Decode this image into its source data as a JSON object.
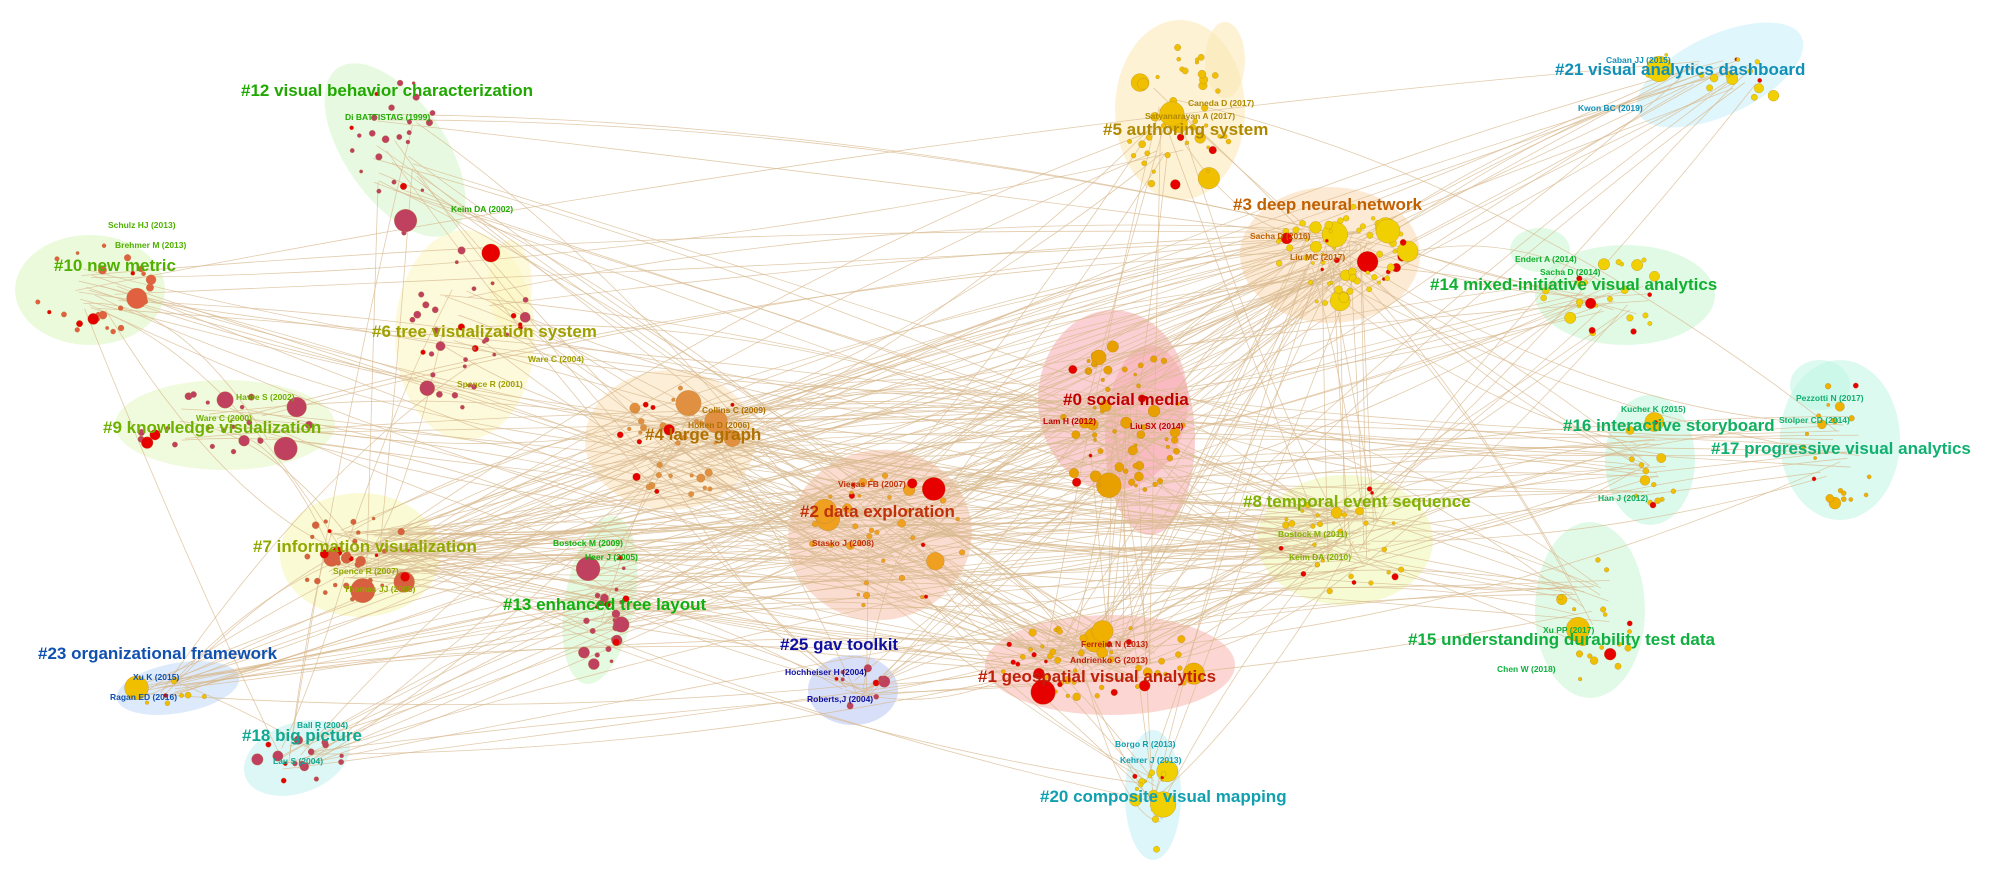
{
  "clusters": [
    {
      "id": "c0",
      "label": "#0 social media",
      "color": "#c00000",
      "hull": "#f7aab0",
      "node": "#e8a000"
    },
    {
      "id": "c1",
      "label": "#1 geospatial visual analytics",
      "color": "#c0200a",
      "hull": "#f7b4ad",
      "node": "#f0b000"
    },
    {
      "id": "c2",
      "label": "#2 data exploration",
      "color": "#c0300a",
      "hull": "#f8c0aa",
      "node": "#f0a020"
    },
    {
      "id": "c3",
      "label": "#3 deep neural network",
      "color": "#c06000",
      "hull": "#fcd9b0",
      "node": "#f0d000"
    },
    {
      "id": "c4",
      "label": "#4 large graph",
      "color": "#b07000",
      "hull": "#fbe0b8",
      "node": "#e09040"
    },
    {
      "id": "c5",
      "label": "#5 authoring system",
      "color": "#b08800",
      "hull": "#fbe8b0",
      "node": "#f0c000"
    },
    {
      "id": "c6",
      "label": "#6 tree visualization system",
      "color": "#a0a000",
      "hull": "#fbf6c0",
      "node": "#c04060"
    },
    {
      "id": "c7",
      "label": "#7 information visualization",
      "color": "#90a800",
      "hull": "#f5f6b0",
      "node": "#d86040"
    },
    {
      "id": "c8",
      "label": "#8 temporal event sequence",
      "color": "#80b000",
      "hull": "#eef8b0",
      "node": "#f0c000"
    },
    {
      "id": "c9",
      "label": "#9 knowledge visualization",
      "color": "#70b000",
      "hull": "#e4f5c0",
      "node": "#c04060"
    },
    {
      "id": "c10",
      "label": "#10 new metric",
      "color": "#50b000",
      "hull": "#dcf5c0",
      "node": "#e06040"
    },
    {
      "id": "c12",
      "label": "#12 visual behavior characterization",
      "color": "#20a800",
      "hull": "#d3f5c8",
      "node": "#c04060"
    },
    {
      "id": "c13",
      "label": "#13 enhanced tree layout",
      "color": "#10b010",
      "hull": "#cef5c8",
      "node": "#c04060"
    },
    {
      "id": "c14",
      "label": "#14 mixed-initiative visual analytics",
      "color": "#10b030",
      "hull": "#c8f5d0",
      "node": "#f0d000"
    },
    {
      "id": "c15",
      "label": "#15 understanding durability test data",
      "color": "#10b040",
      "hull": "#c8f5d4",
      "node": "#f0c000"
    },
    {
      "id": "c16",
      "label": "#16 interactive storyboard",
      "color": "#10b060",
      "hull": "#c0f5dc",
      "node": "#f0c000"
    },
    {
      "id": "c17",
      "label": "#17 progressive visual analytics",
      "color": "#10b070",
      "hull": "#c0f5e4",
      "node": "#f0b000"
    },
    {
      "id": "c18",
      "label": "#18 big picture",
      "color": "#10a890",
      "hull": "#c0f0ec",
      "node": "#c04060"
    },
    {
      "id": "c20",
      "label": "#20 composite visual mapping",
      "color": "#10a0b0",
      "hull": "#c0eef4",
      "node": "#f0d000"
    },
    {
      "id": "c21",
      "label": "#21 visual analytics dashboard",
      "color": "#1090b8",
      "hull": "#c4eefa",
      "node": "#f0d000"
    },
    {
      "id": "c23",
      "label": "#23 organizational framework",
      "color": "#1050b0",
      "hull": "#c0d8f8",
      "node": "#f0c000"
    },
    {
      "id": "c25",
      "label": "#25 gav toolkit",
      "color": "#1010a0",
      "hull": "#b8c4f4",
      "node": "#c04060"
    }
  ],
  "authors": [
    {
      "cluster": "c0",
      "text": "Lam H (2012)"
    },
    {
      "cluster": "c0",
      "text": "Liu SX (2014)"
    },
    {
      "cluster": "c1",
      "text": "Ferreira N (2013)"
    },
    {
      "cluster": "c1",
      "text": "Andrienko G (2013)"
    },
    {
      "cluster": "c2",
      "text": "Viegas FB (2007)"
    },
    {
      "cluster": "c2",
      "text": "Stasko J (2008)"
    },
    {
      "cluster": "c3",
      "text": "Sacha D (2016)"
    },
    {
      "cluster": "c3",
      "text": "Liu MC (2017)"
    },
    {
      "cluster": "c4",
      "text": "Collins C (2009)"
    },
    {
      "cluster": "c4",
      "text": "Holten D (2006)"
    },
    {
      "cluster": "c5",
      "text": "Caneda D (2017)"
    },
    {
      "cluster": "c5",
      "text": "Satyanarayan A (2017)"
    },
    {
      "cluster": "c6",
      "text": "Ware C (2004)"
    },
    {
      "cluster": "c6",
      "text": "Spence R (2001)"
    },
    {
      "cluster": "c7",
      "text": "Spence R (2007)"
    },
    {
      "cluster": "c7",
      "text": "Thomas JJ (2005)"
    },
    {
      "cluster": "c8",
      "text": "Bostock M (2011)"
    },
    {
      "cluster": "c8",
      "text": "Keim DA (2010)"
    },
    {
      "cluster": "c9",
      "text": "Havre S (2002)"
    },
    {
      "cluster": "c9",
      "text": "Ware C (2000)"
    },
    {
      "cluster": "c10",
      "text": "Schulz HJ (2013)"
    },
    {
      "cluster": "c10",
      "text": "Brehmer M (2013)"
    },
    {
      "cluster": "c12",
      "text": "Di BATTISTAG (1999)"
    },
    {
      "cluster": "c12",
      "text": "Keim DA (2002)"
    },
    {
      "cluster": "c13",
      "text": "Bostock M (2009)"
    },
    {
      "cluster": "c13",
      "text": "Heer J (2005)"
    },
    {
      "cluster": "c14",
      "text": "Endert A (2014)"
    },
    {
      "cluster": "c14",
      "text": "Sacha D (2014)"
    },
    {
      "cluster": "c15",
      "text": "Xu PP (2017)"
    },
    {
      "cluster": "c15",
      "text": "Chen W (2018)"
    },
    {
      "cluster": "c16",
      "text": "Kucher K (2015)"
    },
    {
      "cluster": "c16",
      "text": "Han J (2012)"
    },
    {
      "cluster": "c17",
      "text": "Pezzotti N (2017)"
    },
    {
      "cluster": "c17",
      "text": "Stolper CD (2014)"
    },
    {
      "cluster": "c18",
      "text": "Ball R (2004)"
    },
    {
      "cluster": "c18",
      "text": "Lau S (2004)"
    },
    {
      "cluster": "c20",
      "text": "Borgo R (2013)"
    },
    {
      "cluster": "c20",
      "text": "Kehrer J (2013)"
    },
    {
      "cluster": "c21",
      "text": "Caban JJ (2015)"
    },
    {
      "cluster": "c21",
      "text": "Kwon BC (2019)"
    },
    {
      "cluster": "c23",
      "text": "Xu K (2015)"
    },
    {
      "cluster": "c23",
      "text": "Ragan ED (2016)"
    },
    {
      "cluster": "c25",
      "text": "Hochheiser H (2004)"
    },
    {
      "cluster": "c25",
      "text": "Roberts,J (2004)"
    }
  ]
}
